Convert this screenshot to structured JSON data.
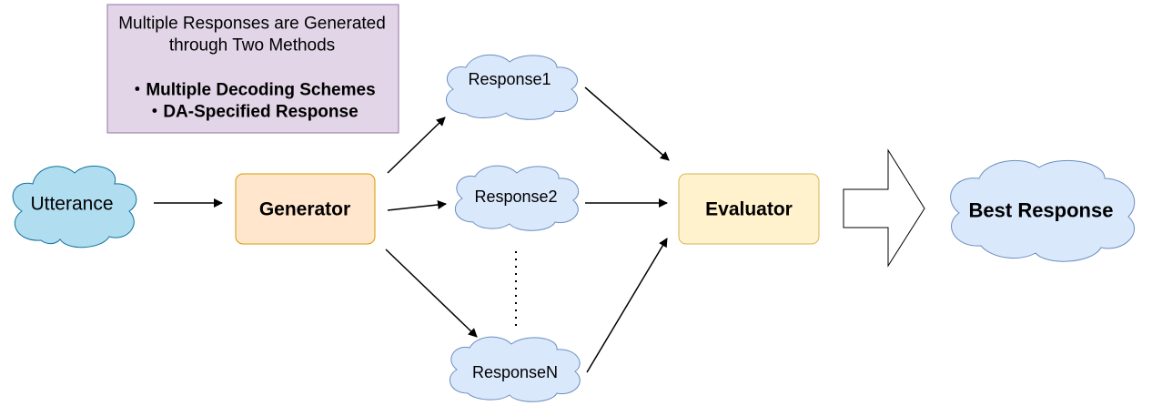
{
  "note": {
    "line1": "Multiple Responses are Generated",
    "line2": "through Two Methods",
    "bullets": [
      "・Multiple Decoding Schemes",
      "・DA-Specified Response"
    ],
    "fill": "#e1d5e7",
    "stroke": "#9673a6"
  },
  "nodes": {
    "utterance": "Utterance",
    "generator": "Generator",
    "response1": "Response1",
    "response2": "Response2",
    "responseN": "ResponseN",
    "evaluator": "Evaluator",
    "best_response": "Best Response"
  },
  "colors": {
    "utterance_cloud": "#b1ddf0",
    "utterance_stroke": "#10739e",
    "response_cloud": "#dae8fc",
    "response_stroke": "#6c8ebf",
    "generator_fill": "#ffe6cc",
    "generator_stroke": "#d79b00",
    "evaluator_fill": "#fff2cc",
    "evaluator_stroke": "#d6b656"
  }
}
